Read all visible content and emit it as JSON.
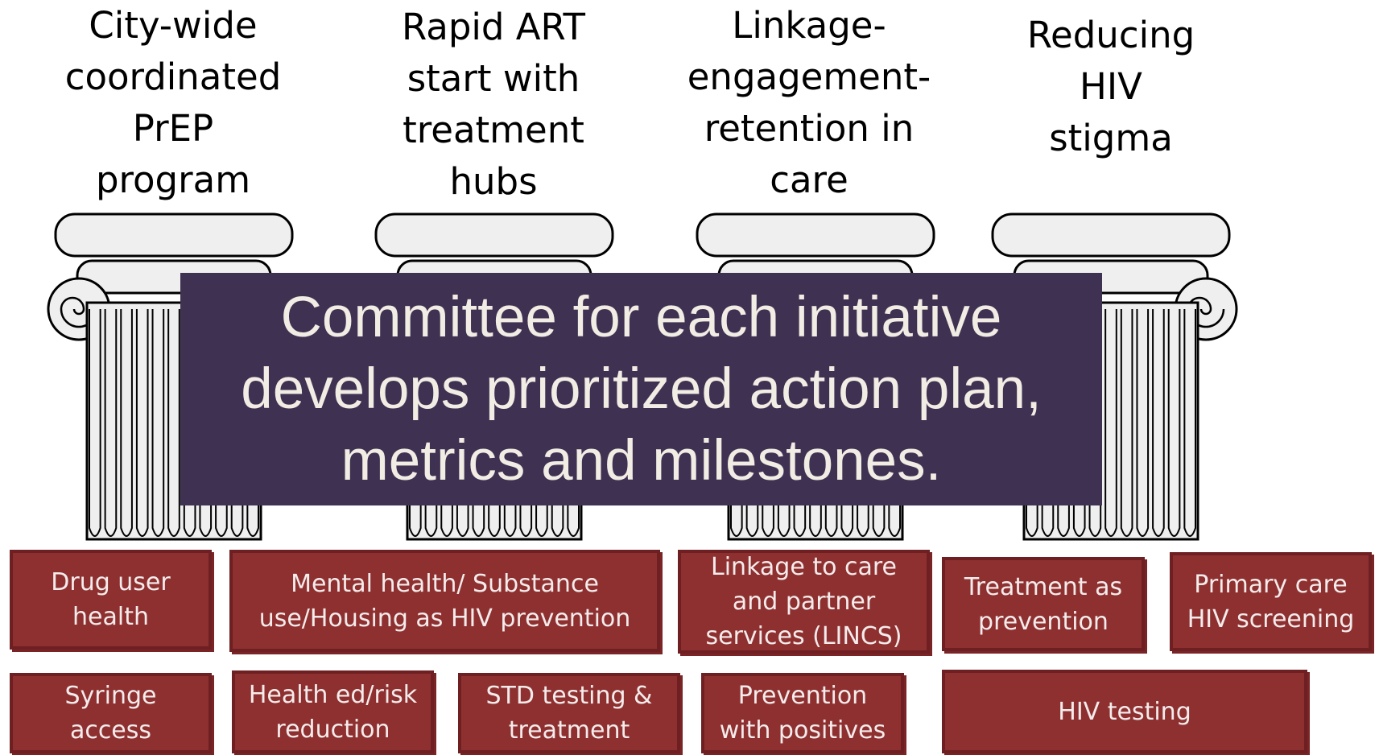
{
  "pillars": [
    {
      "title": "City-wide\ncoordinated\nPrEP\nprogram"
    },
    {
      "title": "Rapid ART\nstart with\ntreatment\nhubs"
    },
    {
      "title": "Linkage-\nengagement-\nretention in\ncare"
    },
    {
      "title": "Reducing\nHIV\nstigma"
    }
  ],
  "banner": {
    "text": "Committee for each initiative\ndevelops prioritized action plan,\nmetrics and milestones."
  },
  "boxes": {
    "drug_user_health": "Drug user\nhealth",
    "mental_health": "Mental health/ Substance\nuse/Housing as HIV prevention",
    "lincs": "Linkage to care\nand partner\nservices (LINCS)",
    "treatment_as_prevention": "Treatment as\nprevention",
    "primary_care_screening": "Primary care\nHIV screening",
    "syringe_access": "Syringe\naccess",
    "health_ed": "Health ed/risk\nreduction",
    "std_testing": "STD testing &\ntreatment",
    "prevention_positives": "Prevention\nwith positives",
    "hiv_testing": "HIV testing"
  },
  "colors": {
    "banner_bg": "#3f3152",
    "box_bg": "#8f3030",
    "box_border": "#6e1f22",
    "column_fill": "#efefef"
  }
}
